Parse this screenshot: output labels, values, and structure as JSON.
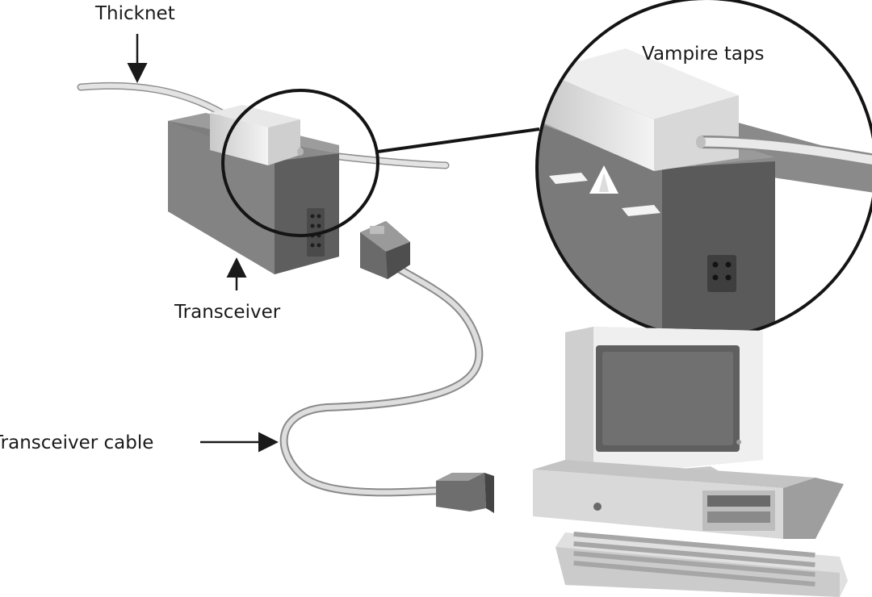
{
  "labels": {
    "thicknet": "Thicknet",
    "vampire_taps": "Vampire taps",
    "transceiver": "Transceiver",
    "transceiver_cable": "Transceiver cable"
  },
  "colors": {
    "ink": "#1a1a1a",
    "box_dark": "#6f6f6f",
    "box_front": "#808080",
    "box_light": "#9a9a9a",
    "cable": "#d2d2d2",
    "monitor": "#e6e6e6",
    "screen": "#6a6a6a"
  }
}
